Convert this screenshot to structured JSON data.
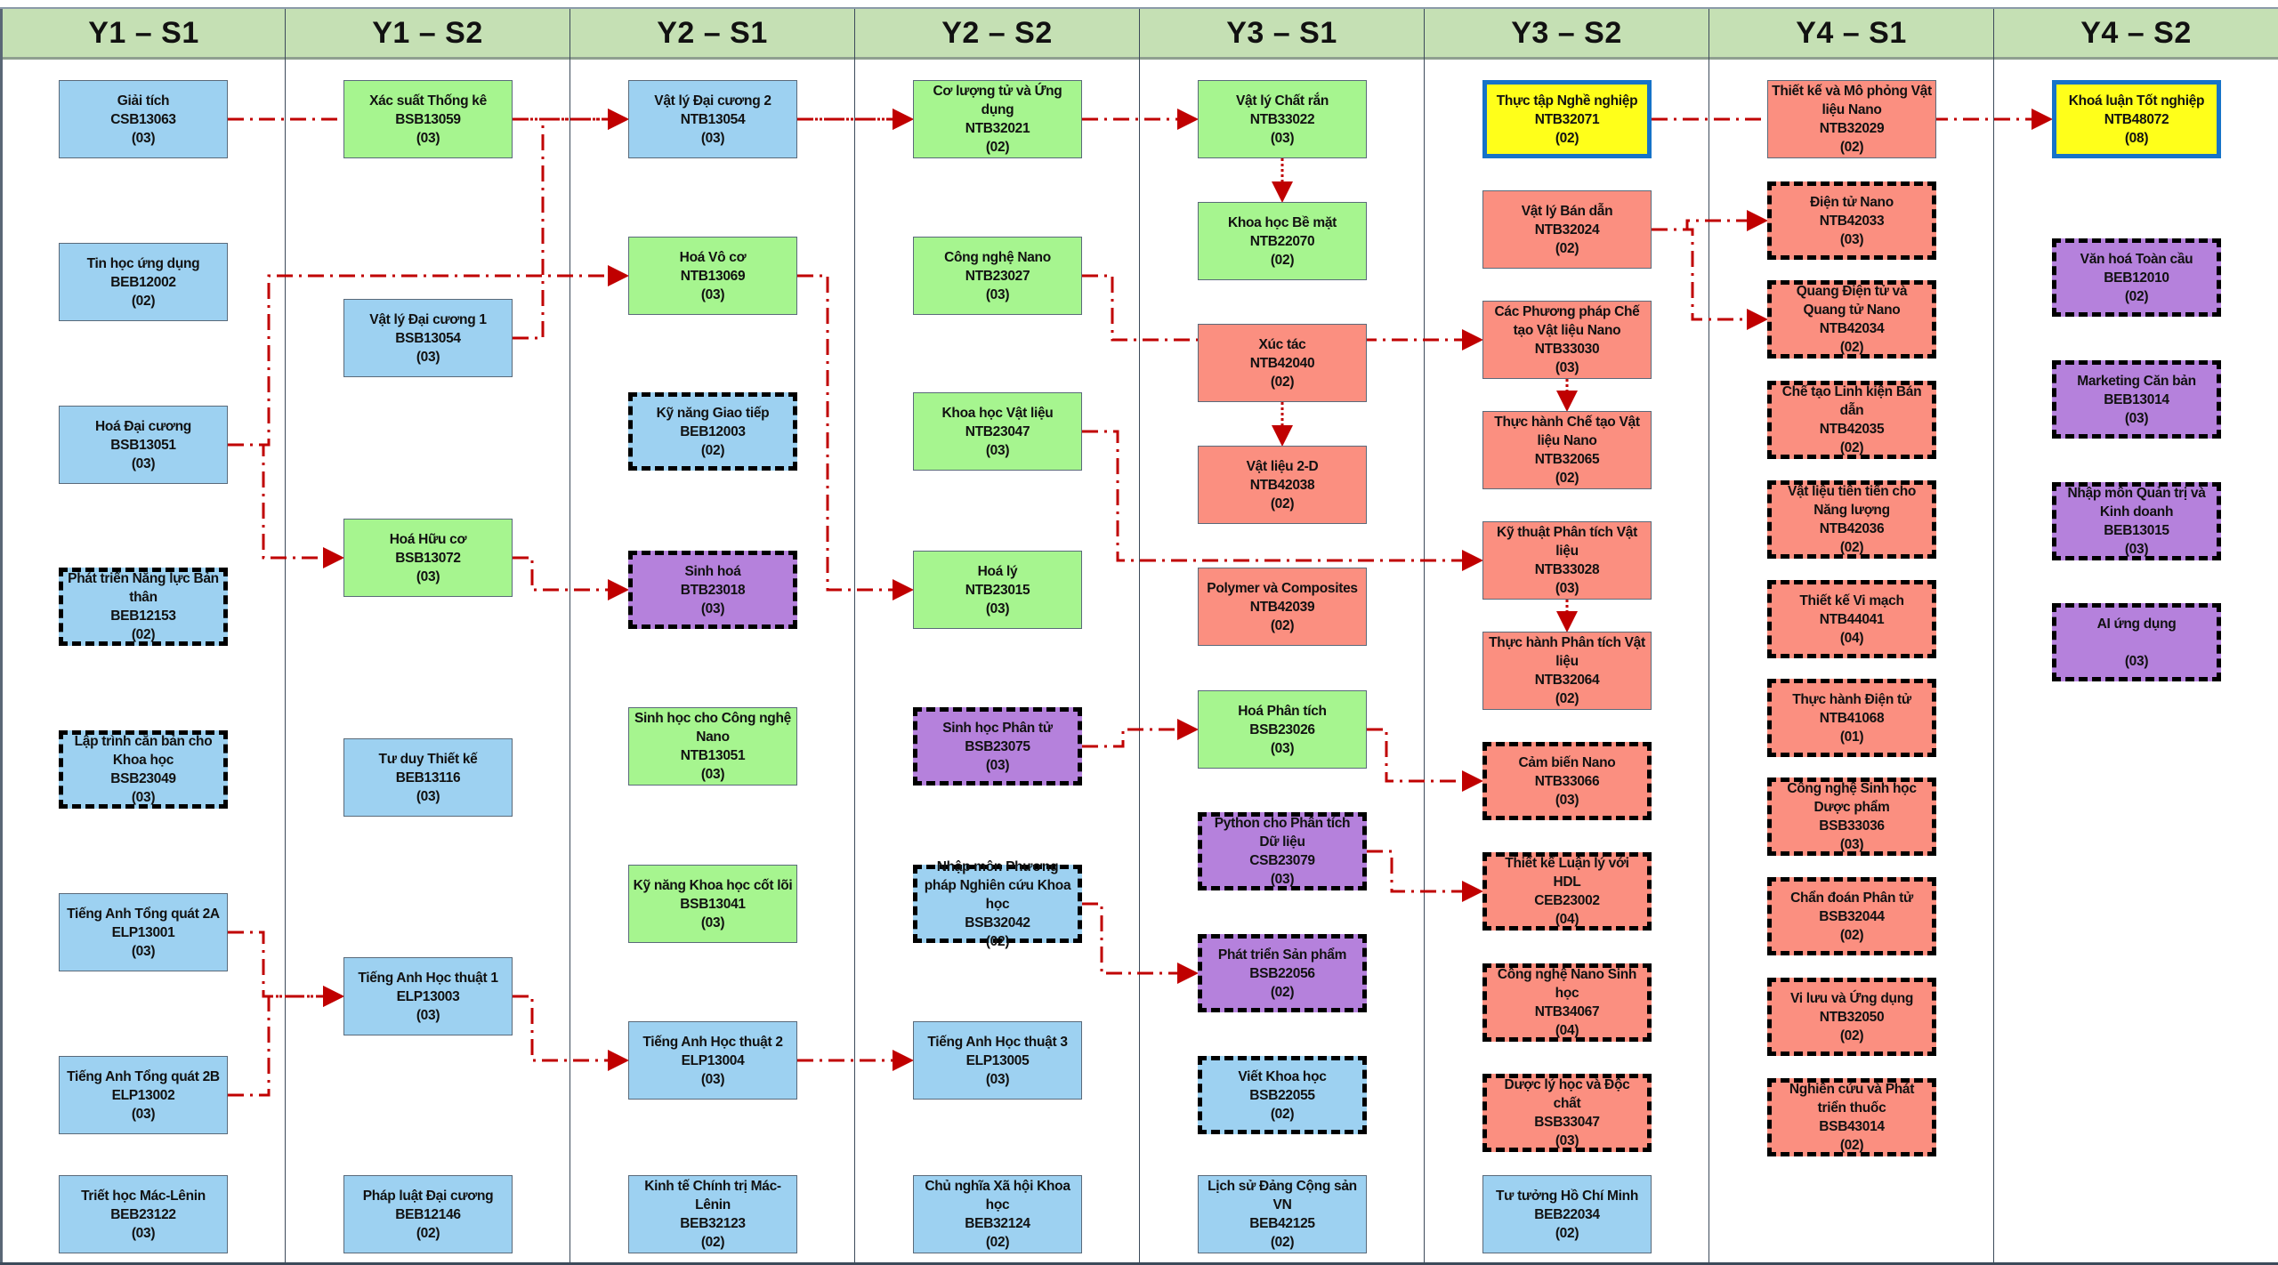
{
  "semesters": [
    {
      "label": "Y1 – S1",
      "courses": [
        {
          "name": "Giải tích",
          "code": "CSB13063",
          "credits": "(03)",
          "category": "blue",
          "elective": false
        },
        {
          "name": "Tin học ứng dụng",
          "code": "BEB12002",
          "credits": "(02)",
          "category": "blue",
          "elective": false
        },
        {
          "name": "Hoá Đại cương",
          "code": "BSB13051",
          "credits": "(03)",
          "category": "blue",
          "elective": false
        },
        {
          "name": "Phát triển Năng lực Bản thân",
          "code": "BEB12153",
          "credits": "(02)",
          "category": "blue",
          "elective": true
        },
        {
          "name": "Lập trình căn bản cho Khoa học",
          "code": "BSB23049",
          "credits": "(03)",
          "category": "blue",
          "elective": true
        },
        {
          "name": "Tiếng Anh Tổng quát 2A",
          "code": "ELP13001",
          "credits": "(03)",
          "category": "blue",
          "elective": false
        },
        {
          "name": "Tiếng Anh Tổng quát 2B",
          "code": "ELP13002",
          "credits": "(03)",
          "category": "blue",
          "elective": false
        },
        {
          "name": "Triết học Mác-Lênin",
          "code": "BEB23122",
          "credits": "(03)",
          "category": "blue",
          "elective": false
        }
      ]
    },
    {
      "label": "Y1 – S2",
      "courses": [
        {
          "name": "Xác suất Thống kê",
          "code": "BSB13059",
          "credits": "(03)",
          "category": "green",
          "elective": false
        },
        {
          "name": "Vật lý Đại cương 1",
          "code": "BSB13054",
          "credits": "(03)",
          "category": "blue",
          "elective": false
        },
        {
          "name": "Hoá Hữu cơ",
          "code": "BSB13072",
          "credits": "(03)",
          "category": "green",
          "elective": false
        },
        {
          "name": "Tư duy Thiết kế",
          "code": "BEB13116",
          "credits": "(03)",
          "category": "blue",
          "elective": false
        },
        {
          "name": "Tiếng Anh Học thuật 1",
          "code": "ELP13003",
          "credits": "(03)",
          "category": "blue",
          "elective": false
        },
        {
          "name": "Pháp luật Đại cương",
          "code": "BEB12146",
          "credits": "(02)",
          "category": "blue",
          "elective": false
        }
      ]
    },
    {
      "label": "Y2 – S1",
      "courses": [
        {
          "name": "Vật lý Đại cương 2",
          "code": "NTB13054",
          "credits": "(03)",
          "category": "blue",
          "elective": false
        },
        {
          "name": "Hoá Vô cơ",
          "code": "NTB13069",
          "credits": "(03)",
          "category": "green",
          "elective": false
        },
        {
          "name": "Kỹ năng Giao tiếp",
          "code": "BEB12003",
          "credits": "(02)",
          "category": "blue",
          "elective": true
        },
        {
          "name": "Sinh hoá",
          "code": "BTB23018",
          "credits": "(03)",
          "category": "purple",
          "elective": true
        },
        {
          "name": "Sinh học cho Công nghệ Nano",
          "code": "NTB13051",
          "credits": "(03)",
          "category": "green",
          "elective": false
        },
        {
          "name": "Kỹ năng Khoa học cốt lõi",
          "code": "BSB13041",
          "credits": "(03)",
          "category": "green",
          "elective": false
        },
        {
          "name": "Tiếng Anh Học thuật 2",
          "code": "ELP13004",
          "credits": "(03)",
          "category": "blue",
          "elective": false
        },
        {
          "name": "Kinh tế Chính trị Mác-Lênin",
          "code": "BEB32123",
          "credits": "(02)",
          "category": "blue",
          "elective": false
        }
      ]
    },
    {
      "label": "Y2 – S2",
      "courses": [
        {
          "name": "Cơ lượng tử và Ứng dụng",
          "code": "NTB32021",
          "credits": "(02)",
          "category": "green",
          "elective": false
        },
        {
          "name": "Công nghệ Nano",
          "code": "NTB23027",
          "credits": "(03)",
          "category": "green",
          "elective": false
        },
        {
          "name": "Khoa học Vật liệu",
          "code": "NTB23047",
          "credits": "(03)",
          "category": "green",
          "elective": false
        },
        {
          "name": "Hoá lý",
          "code": "NTB23015",
          "credits": "(03)",
          "category": "green",
          "elective": false
        },
        {
          "name": "Sinh học Phân tử",
          "code": "BSB23075",
          "credits": "(03)",
          "category": "purple",
          "elective": true
        },
        {
          "name": "Nhập môn Phương pháp Nghiên cứu Khoa học",
          "code": "BSB32042",
          "credits": "(02)",
          "category": "blue",
          "elective": true
        },
        {
          "name": "Tiếng Anh Học thuật 3",
          "code": "ELP13005",
          "credits": "(03)",
          "category": "blue",
          "elective": false
        },
        {
          "name": "Chủ nghĩa Xã hội Khoa học",
          "code": "BEB32124",
          "credits": "(02)",
          "category": "blue",
          "elective": false
        }
      ]
    },
    {
      "label": "Y3 – S1",
      "courses": [
        {
          "name": "Vật lý Chất rắn",
          "code": "NTB33022",
          "credits": "(03)",
          "category": "green",
          "elective": false
        },
        {
          "name": "Khoa học Bề mặt",
          "code": "NTB22070",
          "credits": "(02)",
          "category": "green",
          "elective": false
        },
        {
          "name": "Xúc tác",
          "code": "NTB42040",
          "credits": "(02)",
          "category": "red",
          "elective": false
        },
        {
          "name": "Vật liệu 2-D",
          "code": "NTB42038",
          "credits": "(02)",
          "category": "red",
          "elective": false
        },
        {
          "name": "Polymer và Composites",
          "code": "NTB42039",
          "credits": "(02)",
          "category": "red",
          "elective": false
        },
        {
          "name": "Hoá Phân tích",
          "code": "BSB23026",
          "credits": "(03)",
          "category": "green",
          "elective": false
        },
        {
          "name": "Python cho Phân tích Dữ liệu",
          "code": "CSB23079",
          "credits": "(03)",
          "category": "purple",
          "elective": true
        },
        {
          "name": "Phát triển Sản phẩm",
          "code": "BSB22056",
          "credits": "(02)",
          "category": "purple",
          "elective": true
        },
        {
          "name": "Viết Khoa học",
          "code": "BSB22055",
          "credits": "(02)",
          "category": "blue",
          "elective": true
        },
        {
          "name": "Lịch sử Đảng Cộng sản VN",
          "code": "BEB42125",
          "credits": "(02)",
          "category": "blue",
          "elective": false
        }
      ]
    },
    {
      "label": "Y3 – S2",
      "courses": [
        {
          "name": "Thực tập Nghề nghiệp",
          "code": "NTB32071",
          "credits": "(02)",
          "category": "yellow",
          "elective": false
        },
        {
          "name": "Vật lý Bán dẫn",
          "code": "NTB32024",
          "credits": "(02)",
          "category": "red",
          "elective": false
        },
        {
          "name": "Các Phương pháp Chế tạo Vật liệu Nano",
          "code": "NTB33030",
          "credits": "(03)",
          "category": "red",
          "elective": false
        },
        {
          "name": "Thực hành Chế tạo Vật liệu Nano",
          "code": "NTB32065",
          "credits": "(02)",
          "category": "red",
          "elective": false
        },
        {
          "name": "Kỹ thuật Phân tích Vật liệu",
          "code": "NTB33028",
          "credits": "(03)",
          "category": "red",
          "elective": false
        },
        {
          "name": "Thực hành Phân tích Vật liệu",
          "code": "NTB32064",
          "credits": "(02)",
          "category": "red",
          "elective": false
        },
        {
          "name": "Cảm biến Nano",
          "code": "NTB33066",
          "credits": "(03)",
          "category": "red",
          "elective": true
        },
        {
          "name": "Thiết kế Luận lý với HDL",
          "code": "CEB23002",
          "credits": "(04)",
          "category": "red",
          "elective": true
        },
        {
          "name": "Công nghệ Nano Sinh học",
          "code": "NTB34067",
          "credits": "(04)",
          "category": "red",
          "elective": true
        },
        {
          "name": "Dược lý học và Độc chất",
          "code": "BSB33047",
          "credits": "(03)",
          "category": "red",
          "elective": true
        },
        {
          "name": "Tư tưởng Hồ Chí Minh",
          "code": "BEB22034",
          "credits": "(02)",
          "category": "blue",
          "elective": false
        }
      ]
    },
    {
      "label": "Y4 – S1",
      "courses": [
        {
          "name": "Thiết kế và Mô phỏng Vật liệu Nano",
          "code": "NTB32029",
          "credits": "(02)",
          "category": "red",
          "elective": false
        },
        {
          "name": "Điện tử Nano",
          "code": "NTB42033",
          "credits": "(03)",
          "category": "red",
          "elective": true
        },
        {
          "name": "Quang Điện tử và Quang tử Nano",
          "code": "NTB42034",
          "credits": "(02)",
          "category": "red",
          "elective": true
        },
        {
          "name": "Chế tạo Linh kiện Bán dẫn",
          "code": "NTB42035",
          "credits": "(02)",
          "category": "red",
          "elective": true
        },
        {
          "name": "Vật liệu tiên tiến cho Năng lượng",
          "code": "NTB42036",
          "credits": "(02)",
          "category": "red",
          "elective": true
        },
        {
          "name": "Thiết kế Vi mạch",
          "code": "NTB44041",
          "credits": "(04)",
          "category": "red",
          "elective": true
        },
        {
          "name": "Thực hành Điện tử",
          "code": "NTB41068",
          "credits": "(01)",
          "category": "red",
          "elective": true
        },
        {
          "name": "Công nghệ Sinh học Dược phẩm",
          "code": "BSB33036",
          "credits": "(03)",
          "category": "red",
          "elective": true
        },
        {
          "name": "Chẩn đoán Phân tử",
          "code": "BSB32044",
          "credits": "(02)",
          "category": "red",
          "elective": true
        },
        {
          "name": "Vi lưu và Ứng dụng",
          "code": "NTB32050",
          "credits": "(02)",
          "category": "red",
          "elective": true
        },
        {
          "name": "Nghiên cứu và Phát triển thuốc",
          "code": "BSB43014",
          "credits": "(02)",
          "category": "red",
          "elective": true
        }
      ]
    },
    {
      "label": "Y4 – S2",
      "courses": [
        {
          "name": "Khoá luận Tốt nghiệp",
          "code": "NTB48072",
          "credits": "(08)",
          "category": "yellow",
          "elective": false
        },
        {
          "name": "Văn hoá Toàn cầu",
          "code": "BEB12010",
          "credits": "(02)",
          "category": "purple",
          "elective": true
        },
        {
          "name": "Marketing Căn bản",
          "code": "BEB13014",
          "credits": "(03)",
          "category": "purple",
          "elective": true
        },
        {
          "name": "Nhập môn Quản trị và Kinh doanh",
          "code": "BEB13015",
          "credits": "(03)",
          "category": "purple",
          "elective": true
        },
        {
          "name": "AI ứng dụng",
          "code": "",
          "credits": "(03)",
          "category": "purple",
          "elective": true
        }
      ]
    }
  ],
  "colors": {
    "header_bg": "#c5e0b4",
    "blue": "#9dd1f1",
    "green": "#a6f58f",
    "red": "#fb8f80",
    "purple": "#b581dc",
    "yellow": "#ffff1a",
    "link": "#c00000"
  },
  "prerequisites": [
    [
      "CSB13063",
      "NTB13054"
    ],
    [
      "BSB13059",
      "NTB32021"
    ],
    [
      "BSB13054",
      "NTB13054"
    ],
    [
      "BSB13051",
      "BSB13072"
    ],
    [
      "BSB13051",
      "NTB13069"
    ],
    [
      "BSB13072",
      "BTB23018"
    ],
    [
      "NTB13054",
      "NTB32021"
    ],
    [
      "NTB13069",
      "NTB23015"
    ],
    [
      "NTB32021",
      "NTB33022"
    ],
    [
      "NTB33022",
      "NTB22070"
    ],
    [
      "NTB42040",
      "NTB42038"
    ],
    [
      "NTB33030",
      "NTB32065"
    ],
    [
      "NTB33028",
      "NTB32064"
    ],
    [
      "ELP13001",
      "ELP13003"
    ],
    [
      "ELP13002",
      "ELP13003"
    ],
    [
      "ELP13003",
      "ELP13004"
    ],
    [
      "ELP13004",
      "ELP13005"
    ],
    [
      "NTB32071",
      "NTB48072"
    ],
    [
      "NTB32024",
      "NTB42033"
    ],
    [
      "NTB32024",
      "NTB42034"
    ],
    [
      "BSB23026",
      "NTB33066"
    ],
    [
      "CSB23079",
      "CEB23002"
    ],
    [
      "NTB23027",
      "NTB33030"
    ],
    [
      "NTB23047",
      "NTB33028"
    ],
    [
      "BSB23075",
      "BSB23026"
    ],
    [
      "BSB32042",
      "BSB22056"
    ]
  ]
}
